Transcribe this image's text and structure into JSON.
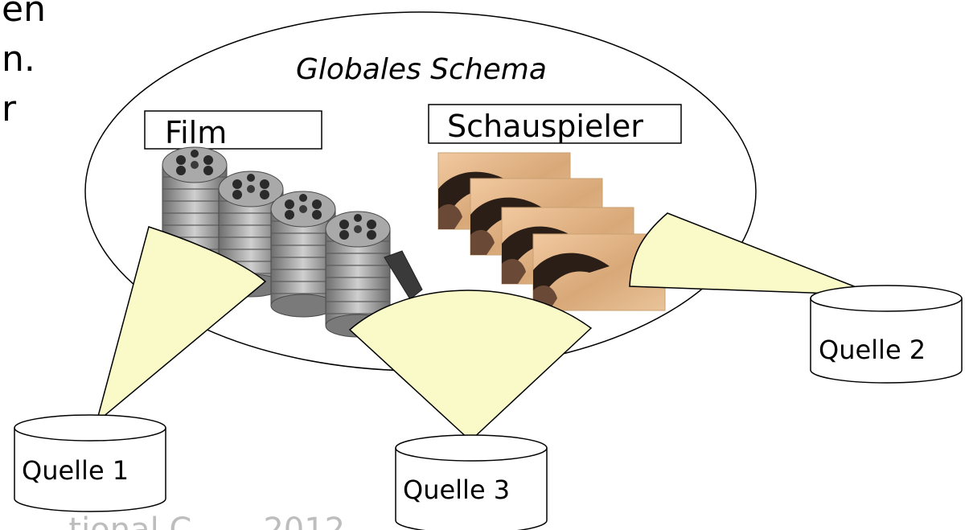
{
  "background_text": {
    "line1": "en",
    "line2": "n.",
    "line3": "r"
  },
  "schema": {
    "title": "Globales Schema"
  },
  "entities": {
    "film": "Film",
    "actor": "Schauspieler"
  },
  "sources": {
    "s1": "Quelle 1",
    "s2": "Quelle 2",
    "s3": "Quelle 3"
  },
  "footer": {
    "text": "..tional C......  2012"
  },
  "colors": {
    "wedge_fill": "#fafac8",
    "stroke": "#000000",
    "reel_metal": "#8a8a8a",
    "photo_tone": "#e0b080",
    "footer_text": "#bdbdbd"
  }
}
